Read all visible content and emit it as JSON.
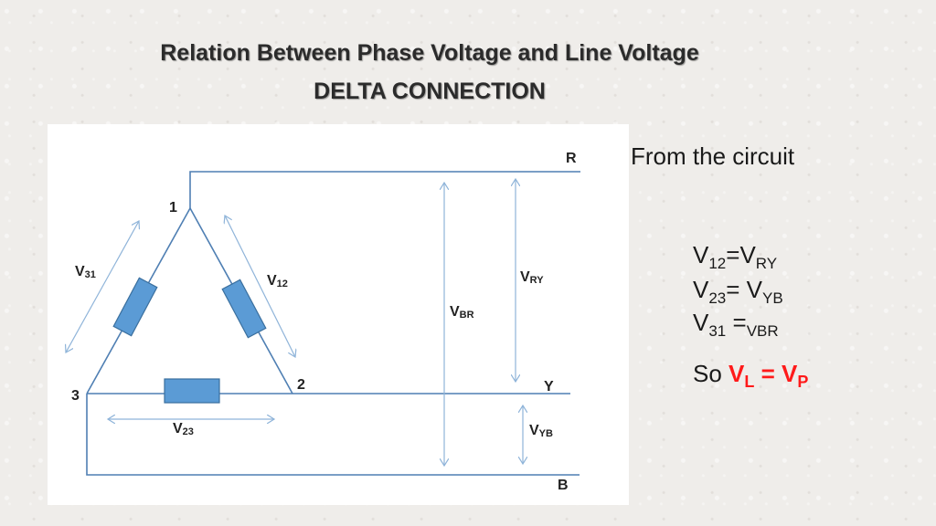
{
  "title": {
    "line1": "Relation Between Phase Voltage and Line Voltage",
    "line2": "DELTA CONNECTION"
  },
  "diagram": {
    "nodes": {
      "n1": "1",
      "n2": "2",
      "n3": "3"
    },
    "lines": {
      "r": "R",
      "y": "Y",
      "b": "B"
    },
    "phase_labels": {
      "v31": {
        "main": "V",
        "sub": "31"
      },
      "v12": {
        "main": "V",
        "sub": "12"
      },
      "v23": {
        "main": "V",
        "sub": "23"
      }
    },
    "line_labels": {
      "vbr": {
        "main": "V",
        "sub": "BR"
      },
      "vry": {
        "main": "V",
        "sub": "RY"
      },
      "vyb": {
        "main": "V",
        "sub": "YB"
      }
    },
    "colors": {
      "resistor": "#5b9bd5",
      "resistor_border": "#3a6f9e",
      "wire": "#4f7fb3",
      "arrow": "#8fb4d9"
    }
  },
  "side": {
    "intro": "From the circuit",
    "eq1": {
      "a": "V",
      "a_sub": "12",
      "mid": "=V",
      "b_sub": "RY"
    },
    "eq2": {
      "a": "V",
      "a_sub": "23",
      "mid": "= V",
      "b_sub": "YB"
    },
    "eq3": {
      "a": "V",
      "a_sub": "31",
      "mid": " =",
      "b_sub": "VBR"
    },
    "result": {
      "prefix": "So ",
      "vl": "V",
      "vl_sub": "L",
      "eq": " = ",
      "vp": "V",
      "vp_sub": "P"
    },
    "result_color": "#ff1a1a"
  }
}
